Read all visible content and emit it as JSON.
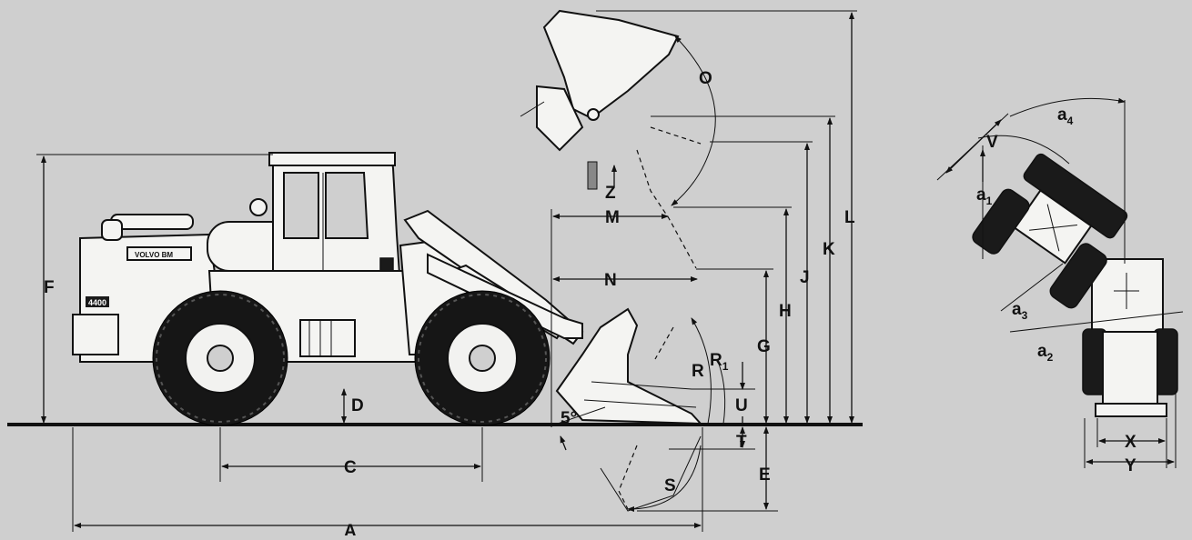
{
  "model_badge": "4400",
  "brand_text": "VOLVO BM",
  "side_view_dimensions": {
    "A": "A",
    "C": "C",
    "D": "D",
    "E": "E",
    "F": "F",
    "G": "G",
    "H": "H",
    "J": "J",
    "K": "K",
    "L": "L",
    "M": "M",
    "N": "N",
    "O": "O",
    "R": "R",
    "R1": "R",
    "R1_sub": "1",
    "S": "S",
    "T": "T",
    "U": "U",
    "Z": "Z",
    "angle": "5°"
  },
  "top_view_dimensions": {
    "V": "V",
    "X": "X",
    "Y": "Y",
    "a1": "a",
    "a1_sub": "1",
    "a2": "a",
    "a2_sub": "2",
    "a3": "a",
    "a3_sub": "3",
    "a4": "a",
    "a4_sub": "4"
  }
}
